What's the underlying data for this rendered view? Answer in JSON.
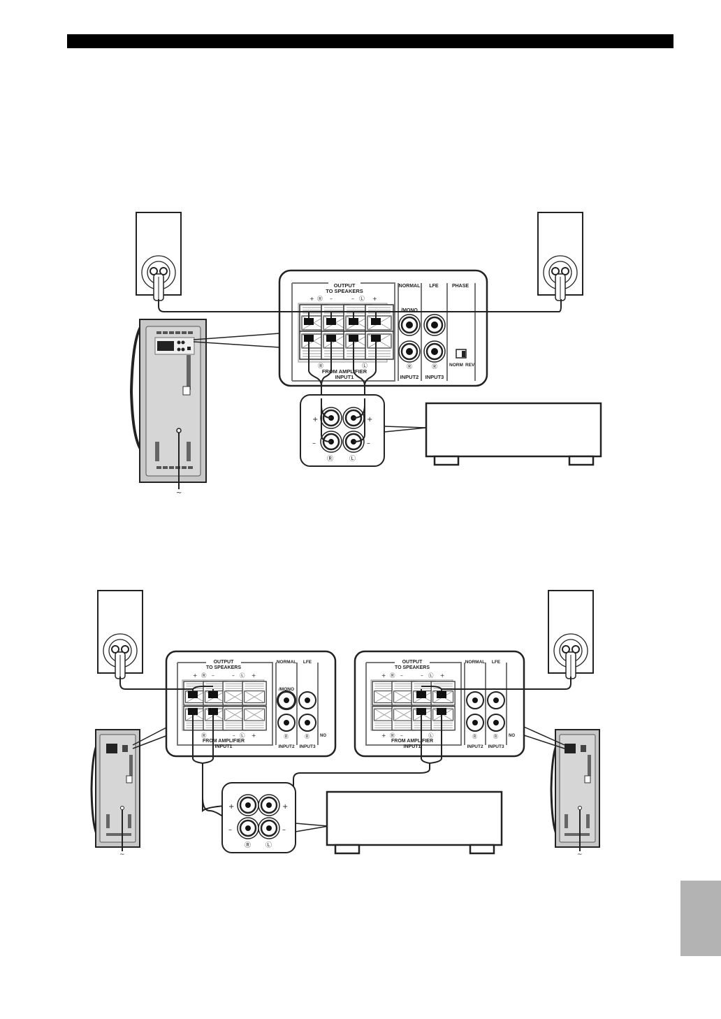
{
  "page": {
    "header_bar_color": "#000000",
    "side_tab_color": "#b3b3b3"
  },
  "panel": {
    "output_label": "OUTPUT",
    "to_speakers_label": "TO SPEAKERS",
    "from_amplifier_label": "FROM AMPLIFIER",
    "input1_label": "INPUT1",
    "input2_label": "INPUT2",
    "input3_label": "INPUT3",
    "normal_label": "NORMAL",
    "lfe_label": "LFE",
    "phase_label": "PHASE",
    "mono_label": "/MONO",
    "norm_label": "NORM",
    "rev_label": "REV",
    "no_label": "NO",
    "plus": "+",
    "minus": "–",
    "r_mark": "Ⓡ",
    "l_mark": "Ⓛ"
  },
  "amp_terminal": {
    "plus": "+",
    "minus": "–",
    "r_mark": "Ⓡ",
    "l_mark": "Ⓛ"
  },
  "power_symbol": "~",
  "diagrams": [
    {
      "id": "single-subwoofer",
      "description": "One subwoofer with both speaker channels passed through"
    },
    {
      "id": "dual-subwoofer",
      "description": "Two subwoofers, one per channel"
    }
  ]
}
